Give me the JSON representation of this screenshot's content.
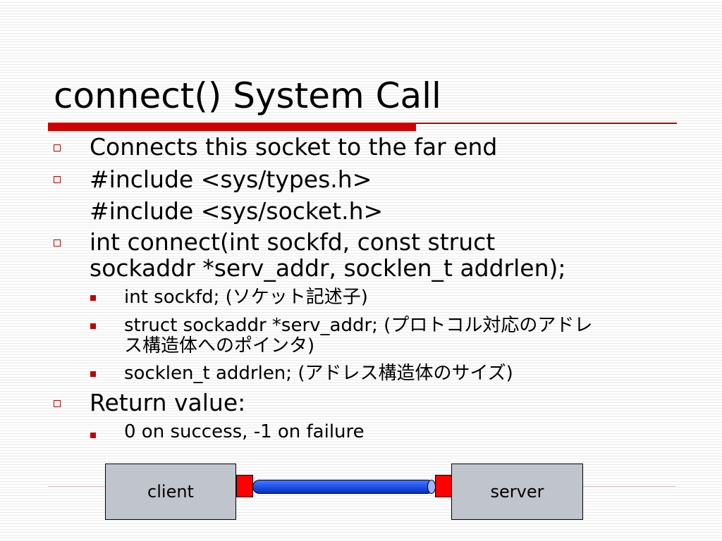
{
  "slide": {
    "title": "connect() System Call",
    "bullets": [
      {
        "text": "Connects this socket to the far end"
      },
      {
        "lines": [
          "#include <sys/types.h>",
          "#include <sys/socket.h>"
        ]
      },
      {
        "lines": [
          "int connect(int sockfd, const struct",
          "sockaddr *serv_addr, socklen_t addrlen);"
        ],
        "sub": [
          {
            "lines": [
              "int sockfd; (ソケット記述子)"
            ]
          },
          {
            "lines": [
              "struct sockaddr *serv_addr; (プロトコル対応のアドレ",
              "ス構造体へのポインタ)"
            ]
          },
          {
            "lines": [
              "socklen_t addrlen; (アドレス構造体のサイズ)"
            ]
          }
        ]
      },
      {
        "text": "Return value:",
        "sub": [
          {
            "lines": [
              "0 on success, -1 on failure"
            ]
          }
        ]
      }
    ]
  },
  "diagram": {
    "client_label": "client",
    "server_label": "server"
  },
  "colors": {
    "accent_red": "#d00000",
    "bullet_red": "#c00000",
    "title_line": "#c00000",
    "pipe_blue": "#1a4fe6",
    "endpoint_red": "#ff0000",
    "box_gray": "#c0c4cc"
  }
}
